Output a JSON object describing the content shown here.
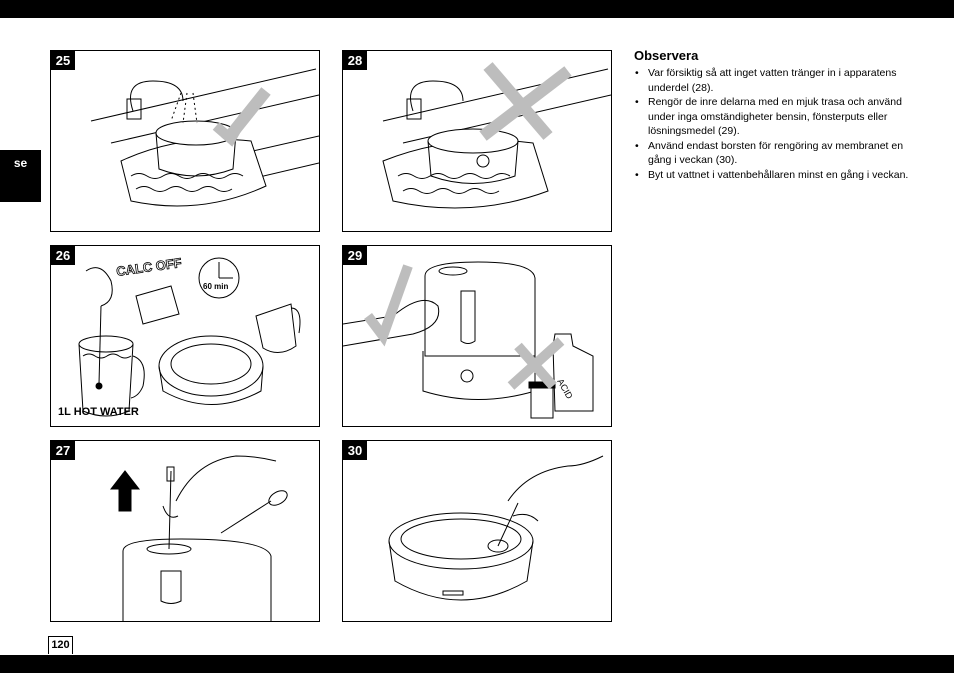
{
  "language_tab": "se",
  "page_number": "120",
  "panels": [
    {
      "number": "25"
    },
    {
      "number": "26",
      "caption": "1L HOT WATER",
      "timer": "60 min",
      "calc_label": "CALC OFF"
    },
    {
      "number": "27"
    },
    {
      "number": "28"
    },
    {
      "number": "29",
      "bottle_label": "ACID"
    },
    {
      "number": "30"
    }
  ],
  "notes": {
    "title": "Observera",
    "items": [
      "Var försiktig så att inget vatten tränger in i apparatens underdel (28).",
      "Rengör de inre delarna med en mjuk trasa och använd under inga omständigheter bensin, fönsterputs eller lösningsmedel (29).",
      "Använd endast borsten för rengöring av membranet en gång i veckan (30).",
      "Byt ut vattnet i vattenbehållaren minst en gång i veckan."
    ]
  }
}
